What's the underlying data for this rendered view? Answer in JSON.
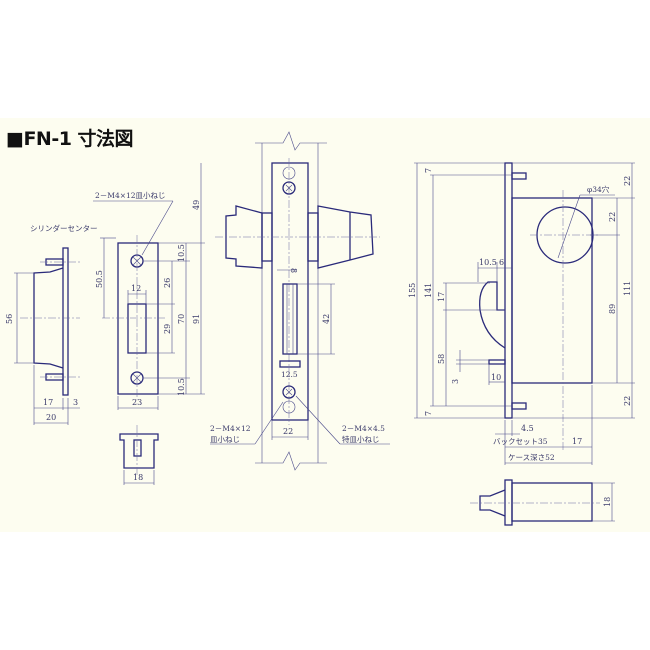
{
  "title": "■FN-1 寸法図",
  "colors": {
    "line": "#2a2a7a",
    "background": "#fdfdf0"
  },
  "strike": {
    "cylinder_center_label": "シリンダーセンター",
    "screw_label": "2－M4×12皿小ねじ",
    "dims": {
      "height_56": "56",
      "depth_17": "17",
      "plate_3": "3",
      "total_20": "20",
      "offset_50_5": "50.5",
      "slot_12": "12",
      "top_10_5": "10.5",
      "d26": "26",
      "d29": "29",
      "d70": "70",
      "bottom_10_5": "10.5",
      "d91": "91",
      "width_23": "23",
      "cap_18": "18"
    }
  },
  "front": {
    "dims": {
      "d49": "49",
      "d8": "8",
      "d42": "42",
      "d12_5": "12.5",
      "d22": "22"
    },
    "screw_left": [
      "2－M4×12",
      "皿小ねじ"
    ],
    "screw_right": [
      "2－M4×4.5",
      "特皿小ねじ"
    ]
  },
  "side": {
    "hole_label": "φ34穴",
    "dims": {
      "d155": "155",
      "d141": "141",
      "top_7": "7",
      "bottom_7": "7",
      "top_22": "22",
      "hole_22": "22",
      "d89": "89",
      "d111": "111",
      "bottom_22": "22",
      "d10_5": "10.5",
      "d6": "6",
      "d17": "17",
      "d58": "58",
      "d3": "3",
      "d10": "10",
      "d4_5": "4.5",
      "backset": "バックセット35",
      "d17b": "17",
      "case_depth": "ケース深さ52",
      "cyl_18": "18"
    }
  }
}
